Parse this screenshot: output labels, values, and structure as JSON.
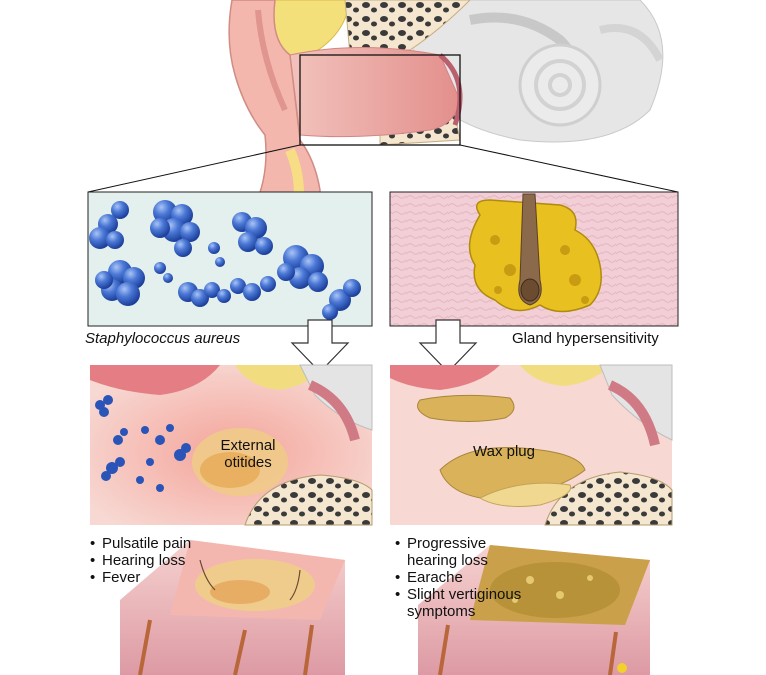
{
  "labels": {
    "pathogen": "Staphylococcus aureus",
    "gland": "Gland hypersensitivity",
    "infection": "External\notitides",
    "wax": "Wax plug"
  },
  "symptoms_left": [
    "Pulsatile pain",
    "Hearing loss",
    "Fever"
  ],
  "symptoms_right": [
    "Progressive\nhearing loss",
    "Earache",
    "Slight vertiginous\nsymptoms"
  ],
  "colors": {
    "skin": "#f2b8b0",
    "bacteria": "#2a54b8",
    "bacteria_panel": "#e4f0ee",
    "gland_panel": "#f2cfd6",
    "wax": "#e8c020",
    "bone": "#d8d8d8"
  }
}
